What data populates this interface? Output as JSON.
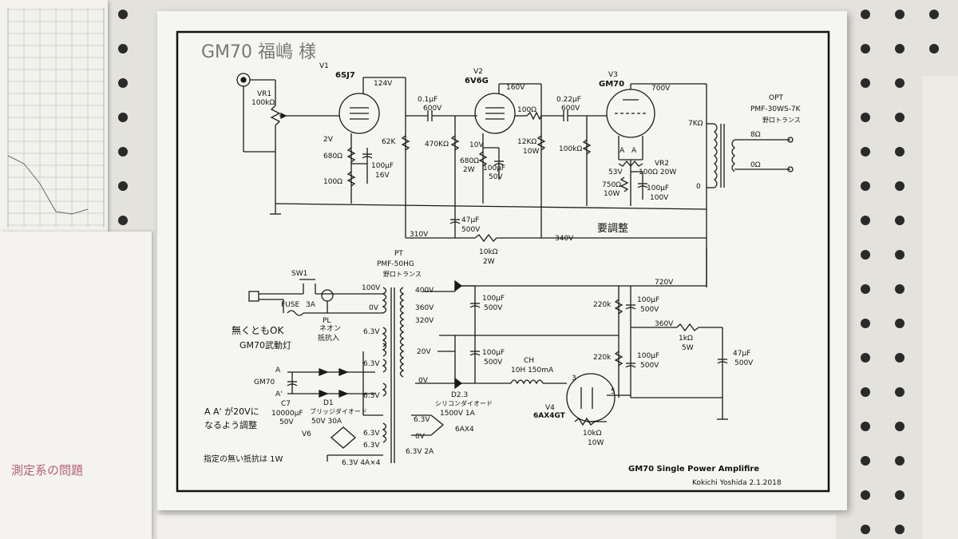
{
  "handwritten_title": "GM70 福嶋 様",
  "tubes": {
    "v1_ref": "V1",
    "v1_type": "6SJ7",
    "v2_ref": "V2",
    "v2_type": "6V6G",
    "v3_ref": "V3",
    "v3_type": "GM70",
    "v4_ref": "V4",
    "v4_type": "6AX4GT",
    "v4_pin_a": "3",
    "v4_pin_b": "5"
  },
  "labels": {
    "vr1": "VR1",
    "vr1_value": "100kΩ",
    "v124": "124V",
    "v160": "160V",
    "v700": "700V",
    "c1": "0.1μF",
    "c1_v": "600V",
    "c2": "0.22μF",
    "c2_v": "600V",
    "r100a": "100Ω",
    "v2v": "2V",
    "r680a": "680Ω",
    "r100b": "100Ω",
    "c100_16": "100μF",
    "c16v": "16V",
    "r62k": "62K",
    "r470k": "470KΩ",
    "v10v": "10V",
    "r680b": "680Ω",
    "w2": "2W",
    "c100_50": "100μF",
    "c50v": "50V",
    "r12k": "12KΩ",
    "w10": "10W",
    "r100k": "100kΩ",
    "aa_l": "A",
    "aa_r": "A",
    "vr2": "VR2",
    "vr2_val": "100Ω 20W",
    "v53": "53V",
    "r750": "750Ω",
    "w10b": "10W",
    "c100_100": "100μF",
    "c100v": "100V",
    "opt": "OPT",
    "opt_model": "PMF-30WS-7K",
    "opt_maker": "野口トランス",
    "k7": "7KΩ",
    "z8": "8Ω",
    "z0": "0Ω",
    "zero": "0",
    "c47a": "47μF",
    "c47a_v": "500V",
    "v310": "310V",
    "v340": "340V",
    "r10k": "10kΩ",
    "r10k_w": "2W",
    "hw_hum": "要調整",
    "pt": "PT",
    "pt_model": "PMF-50HG",
    "pt_maker": "野口トランス",
    "sw1": "SW1",
    "fuse": "FUSE",
    "fuse_a": "3A",
    "pl": "PL",
    "v100": "100V",
    "v0a": "0V",
    "t400": "400V",
    "t360": "360V",
    "t320": "320V",
    "t20": "20V",
    "t0": "0V",
    "v720": "720V",
    "c100_500a": "100μF",
    "c100_500a_v": "500V",
    "r220a": "220k",
    "c100_500b": "100μF",
    "c100_500b_v": "500V",
    "v360": "360V",
    "r1k": "1kΩ",
    "r1k_w": "5W",
    "c100_500c": "100μF",
    "c100_500c_v": "500V",
    "r220b": "220k",
    "c100_500d": "100μF",
    "c100_500d_v": "500V",
    "c47b": "47μF",
    "c47b_v": "500V",
    "ch": "CH",
    "ch_val": "10H 150mA",
    "d23": "D2.3",
    "d23_desc": "シリコンダイオード",
    "d23_val": "1500V 1A",
    "r10k_v4": "10kΩ",
    "r10k_v4_w": "10W",
    "hw_pl": "無くともOK",
    "neon": "ネオン",
    "neon_r": "抵抗入",
    "hw_gm70": "GM70武動灯",
    "h63a": "6.3V",
    "h63b": "6.3V",
    "h63c": "6.3V",
    "h63d": "6.3V",
    "gm70": "GM70",
    "aa1": "A",
    "aa2": "A'",
    "c7": "C7",
    "c7_val": "10000μF",
    "c7_v": "50V",
    "d1": "D1",
    "d1_desc": "ブリッジダイオード",
    "d1_val": "50V 30A",
    "hw_aa": "A A' が20Vに",
    "hw_aa2": "なるよう調整",
    "v6_lbl": "V6",
    "h63e": "6.3V",
    "ax4_63": "6.3V",
    "ax4_0": "0V",
    "ax4": "6AX4",
    "ax4_sup": "6.3V 2A",
    "heater_sup": "6.3V 4A×4",
    "note": "指定の無い抵抗は 1W",
    "footer_title": "GM70 Single Power Amplifire",
    "footer_author": "Kokichi Yoshida 2.1.2018"
  },
  "memo_left": "測定系の問題"
}
